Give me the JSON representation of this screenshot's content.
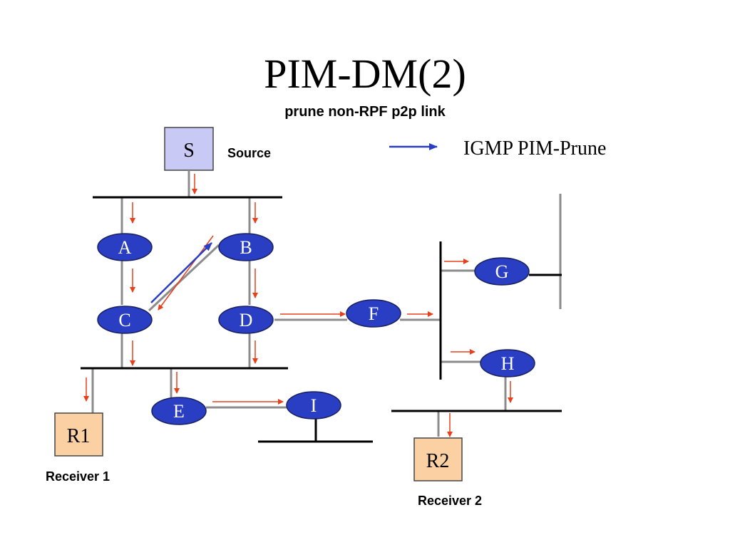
{
  "slide": {
    "title": "PIM-DM(2)",
    "subtitle": "prune non-RPF p2p link"
  },
  "legend": {
    "label": "IGMP PIM-Prune",
    "arrow_color": "#2a3ec4"
  },
  "source": {
    "box_label": "S",
    "caption": "Source",
    "fill": "#c9c9f5"
  },
  "routers": {
    "a": "A",
    "b": "B",
    "c": "C",
    "d": "D",
    "e": "E",
    "f": "F",
    "g": "G",
    "h": "H",
    "i": "I"
  },
  "receivers": {
    "r1": {
      "box_label": "R1",
      "caption": "Receiver 1"
    },
    "r2": {
      "box_label": "R2",
      "caption": "Receiver 2"
    },
    "fill": "#fbd1a3"
  },
  "colors": {
    "router": "#2a3ec4",
    "data_flow_arrow": "#e8401a",
    "link": "#8c8c8c",
    "lan_segment": "#000000"
  }
}
